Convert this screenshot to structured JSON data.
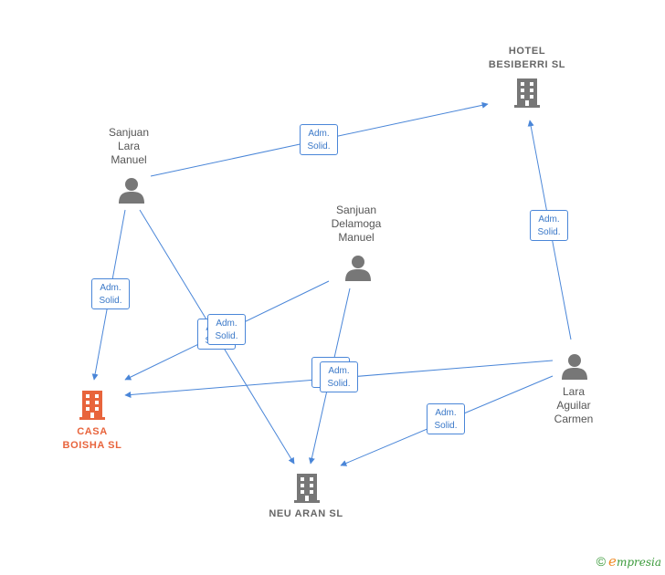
{
  "companies": {
    "hotel": {
      "name": "HOTEL\nBESIBERRI SL"
    },
    "casa": {
      "name": "CASA\nBOISHA SL"
    },
    "neu": {
      "name": "NEU ARAN SL"
    }
  },
  "persons": {
    "sanjuan_lara": {
      "name": "Sanjuan\nLara\nManuel"
    },
    "sanjuan_delamoga": {
      "name": "Sanjuan\nDelamoga\nManuel"
    },
    "lara_aguilar": {
      "name": "Lara\nAguilar\nCarmen"
    }
  },
  "edge_label": "Adm.\nSolid.",
  "colors": {
    "edge": "#4a86d8",
    "icon": "#777777",
    "highlight": "#e8643c"
  },
  "brand": {
    "copyright": "©",
    "e": "e",
    "name": "mpresia"
  }
}
